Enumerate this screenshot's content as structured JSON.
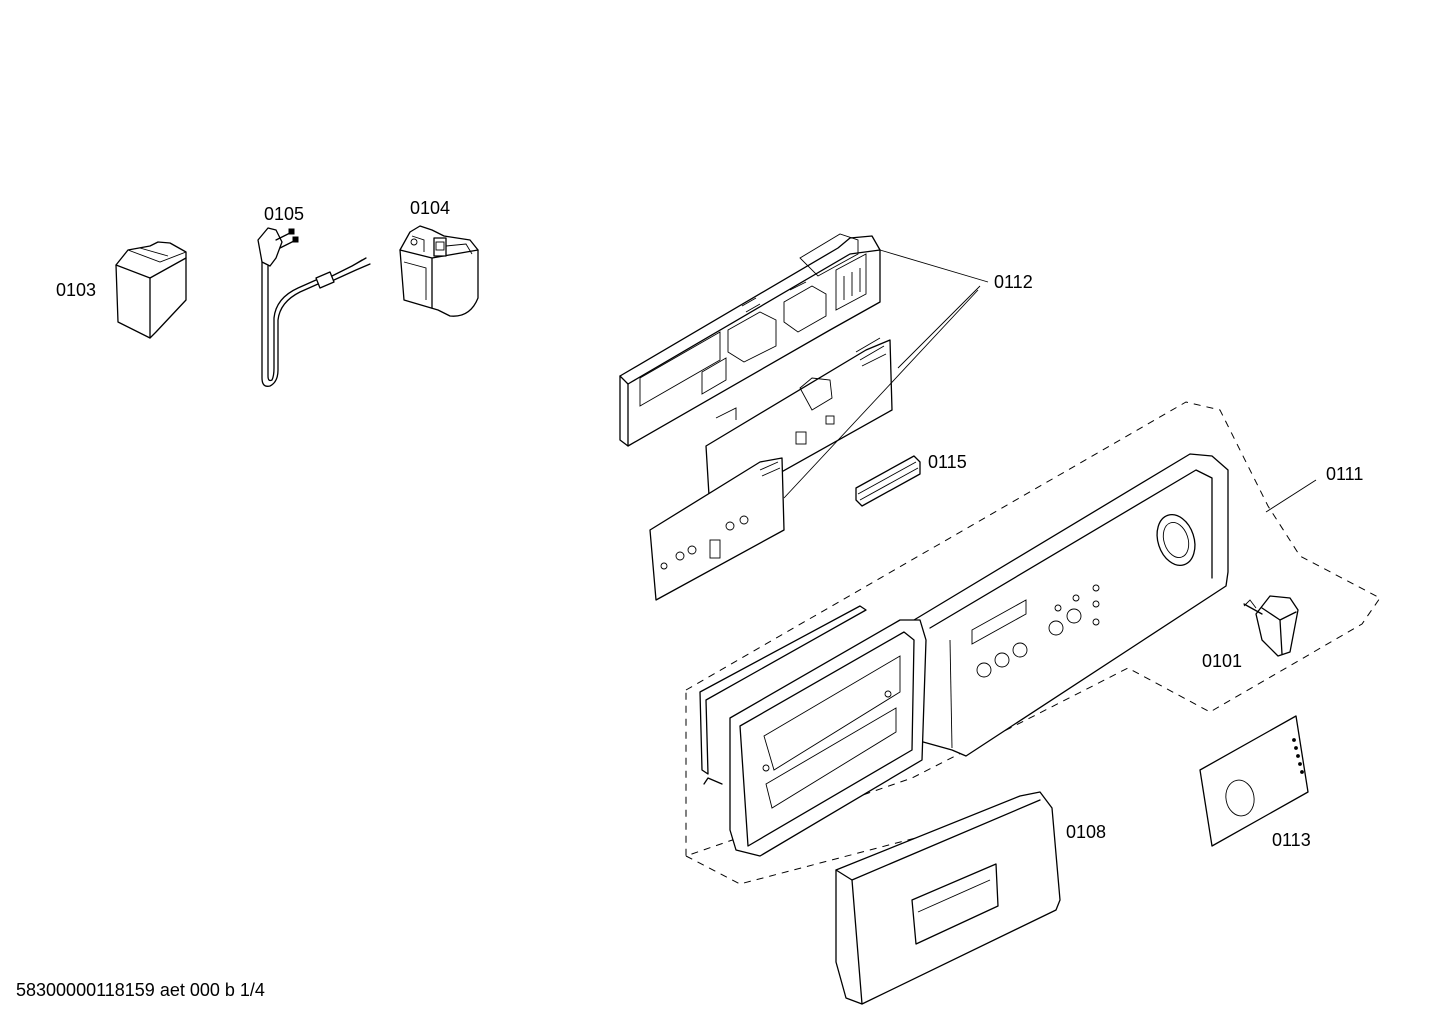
{
  "diagram": {
    "parts": [
      {
        "id": "part-0103",
        "label": "0103"
      },
      {
        "id": "part-0105",
        "label": "0105"
      },
      {
        "id": "part-0104",
        "label": "0104"
      },
      {
        "id": "part-0112",
        "label": "0112"
      },
      {
        "id": "part-0115",
        "label": "0115"
      },
      {
        "id": "part-0111",
        "label": "0111"
      },
      {
        "id": "part-0101",
        "label": "0101"
      },
      {
        "id": "part-0108",
        "label": "0108"
      },
      {
        "id": "part-0113",
        "label": "0113"
      }
    ]
  },
  "footer": {
    "document_code": "58300000118159 aet 000 b 1/4"
  }
}
